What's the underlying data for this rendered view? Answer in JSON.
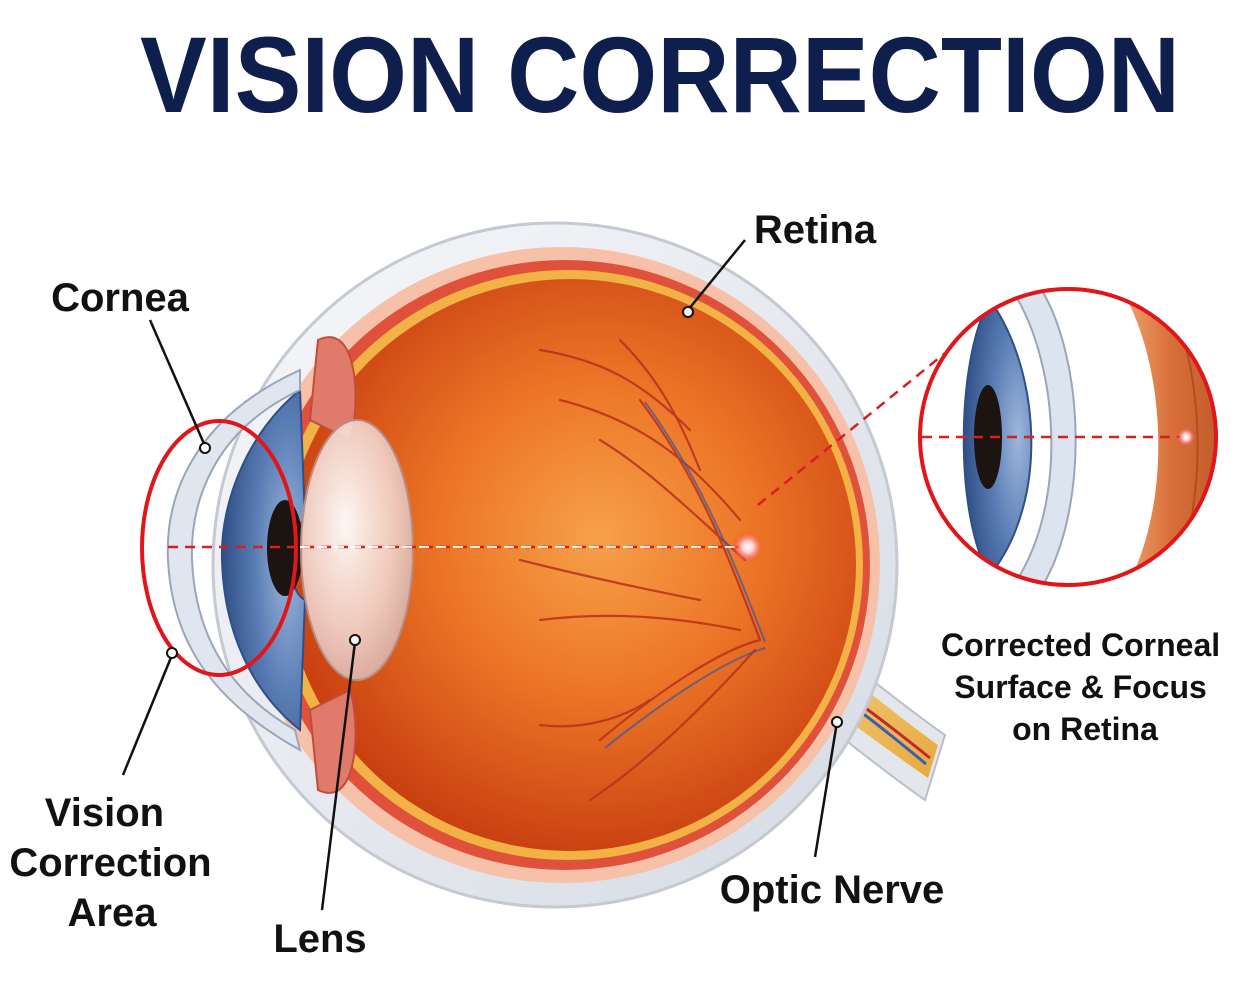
{
  "title": "VISION CORRECTION",
  "labels": {
    "cornea": "Cornea",
    "retina": "Retina",
    "lens": "Lens",
    "optic_nerve": "Optic Nerve",
    "vision_correction_area": [
      "Vision",
      "Correction",
      "Area"
    ],
    "inset_caption": [
      "Corrected Corneal",
      "Surface & Focus",
      "on Retina"
    ]
  },
  "colors": {
    "title": "#0f1f4d",
    "highlight_ring": "#e0161b",
    "focus_line": "#d81e1e",
    "eyeball_interior": "#e2541a",
    "iris": "#4b6fa8",
    "sclera": "#e9ecf1",
    "optic_nerve": "#f1c46a"
  }
}
